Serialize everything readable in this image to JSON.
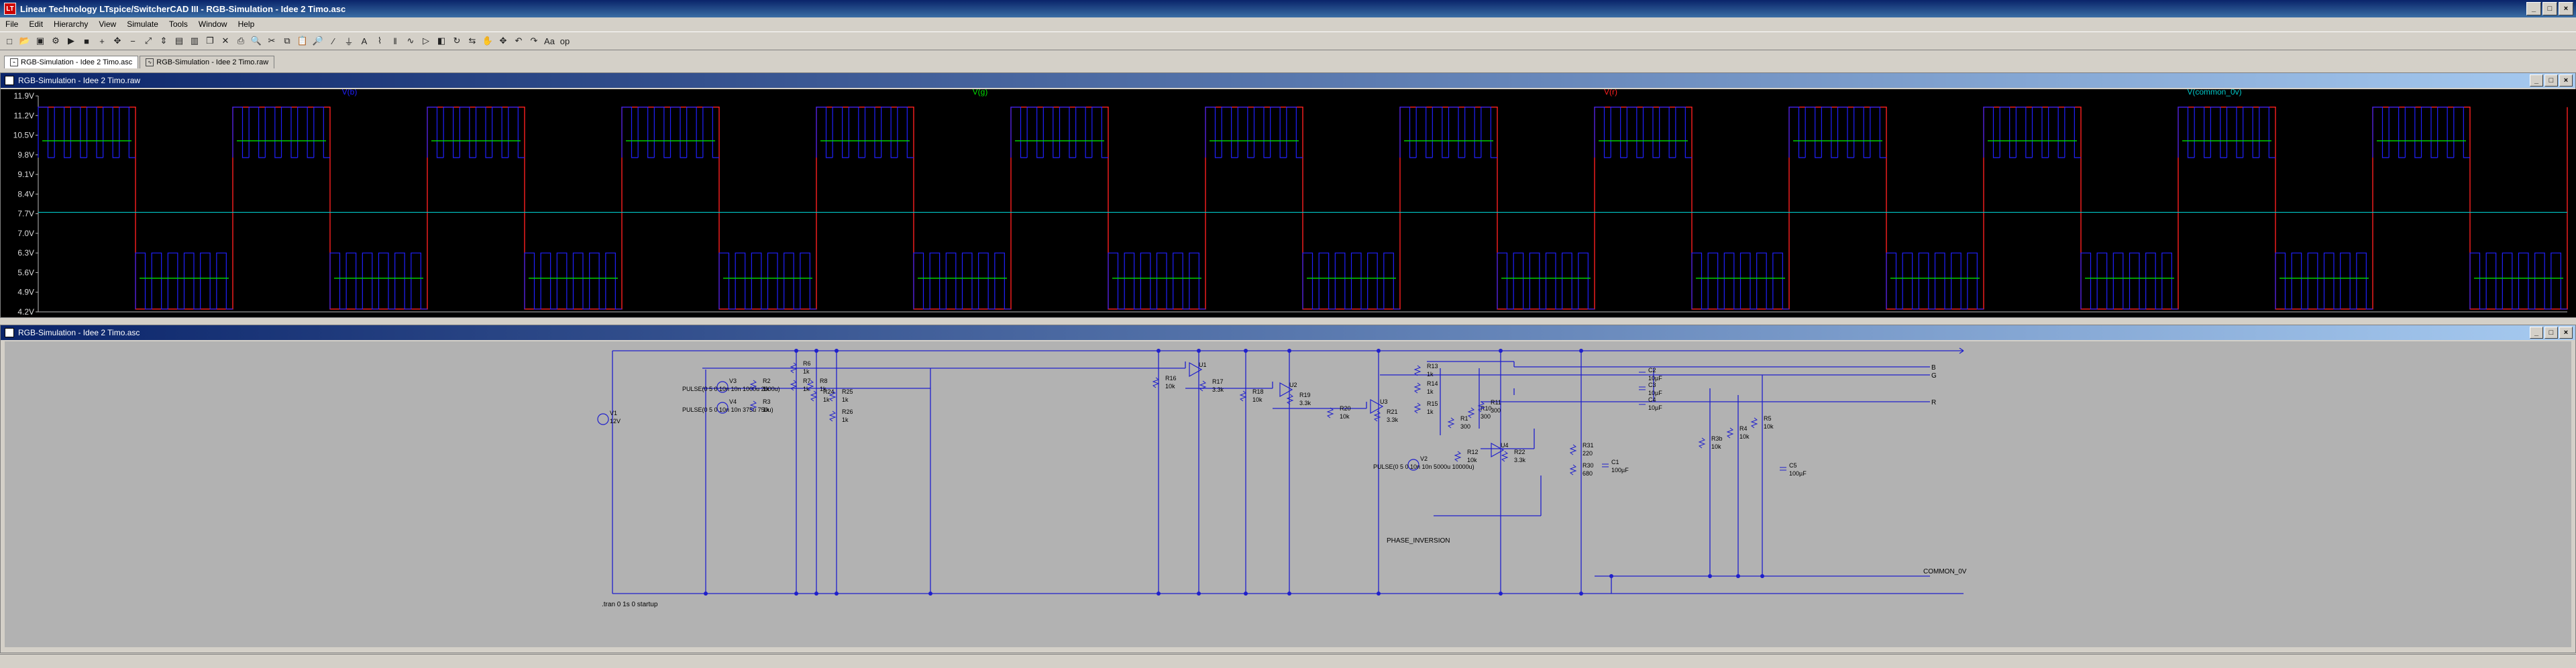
{
  "window": {
    "title": "Linear Technology LTspice/SwitcherCAD III - RGB-Simulation - Idee 2 Timo.asc",
    "app_icon": "LT"
  },
  "menu": [
    "File",
    "Edit",
    "Hierarchy",
    "View",
    "Simulate",
    "Tools",
    "Window",
    "Help"
  ],
  "toolbar_icons": [
    "new-icon",
    "open-icon",
    "save-icon",
    "control-panel-icon",
    "run-icon",
    "halt-icon",
    "zoom-in-icon",
    "pan-icon",
    "zoom-out-icon",
    "zoom-fit-icon",
    "autorange-icon",
    "tile-horizontal-icon",
    "tile-vertical-icon",
    "cascade-icon",
    "close-all-icon",
    "print-icon",
    "print-preview-icon",
    "cut-icon",
    "copy-icon",
    "paste-icon",
    "find-icon",
    "wire-icon",
    "ground-icon",
    "label-icon",
    "resistor-icon",
    "capacitor-icon",
    "inductor-icon",
    "diode-icon",
    "component-icon",
    "rotate-icon",
    "mirror-icon",
    "drag-icon",
    "move-icon",
    "undo-icon",
    "redo-icon",
    "text-icon",
    "spice-directive-icon"
  ],
  "tabs": [
    {
      "label": "RGB-Simulation - Idee 2 Timo.asc",
      "active": true
    },
    {
      "label": "RGB-Simulation - Idee 2 Timo.raw",
      "active": false
    }
  ],
  "wave_panel": {
    "title": "RGB-Simulation - Idee 2 Timo.raw"
  },
  "schematic_panel": {
    "title": "RGB-Simulation - Idee 2 Timo.asc"
  },
  "chart_data": {
    "type": "line",
    "yticks": [
      "11.9V",
      "11.2V",
      "10.5V",
      "9.8V",
      "9.1V",
      "8.4V",
      "7.7V",
      "7.0V",
      "6.3V",
      "5.6V",
      "4.9V",
      "4.2V"
    ],
    "ylim": [
      4.2,
      11.9
    ],
    "grid": false,
    "legend_placement": "top",
    "series": [
      {
        "name": "V(b)",
        "color": "#2020ff"
      },
      {
        "name": "V(g)",
        "color": "#00e000"
      },
      {
        "name": "V(r)",
        "color": "#ff2020"
      },
      {
        "name": "V(common_0v)",
        "color": "#00c8c8"
      }
    ],
    "periods": 13,
    "level_high": 11.5,
    "level_low": 4.3,
    "green_high": 10.3,
    "green_low": 5.4,
    "cyan_level": 7.75
  },
  "schematic": {
    "components": [
      {
        "ref": "R6",
        "val": "1k"
      },
      {
        "ref": "R7",
        "val": "1k"
      },
      {
        "ref": "R8",
        "val": "1k"
      },
      {
        "ref": "V3",
        "val": "PULSE(0 5 0 10n 10n 1000u 2000u)"
      },
      {
        "ref": "V4",
        "val": "PULSE(0 5 0 10n 10n 375u 750u)"
      },
      {
        "ref": "R2",
        "val": "1k"
      },
      {
        "ref": "R3",
        "val": "1k"
      },
      {
        "ref": "R24",
        "val": "1k"
      },
      {
        "ref": "R25",
        "val": "1k"
      },
      {
        "ref": "R26",
        "val": "1k"
      },
      {
        "ref": "V1",
        "val": "12V"
      },
      {
        "ref": "R16",
        "val": "10k"
      },
      {
        "ref": "R17",
        "val": "3.3k"
      },
      {
        "ref": "R18",
        "val": "10k"
      },
      {
        "ref": "R19",
        "val": "3.3k"
      },
      {
        "ref": "R20",
        "val": "10k"
      },
      {
        "ref": "R21",
        "val": "3.3k"
      },
      {
        "ref": "U1",
        "val": ""
      },
      {
        "ref": "U2",
        "val": ""
      },
      {
        "ref": "U3",
        "val": ""
      },
      {
        "ref": "U4",
        "val": ""
      },
      {
        "ref": "R13",
        "val": "1k"
      },
      {
        "ref": "R14",
        "val": "1k"
      },
      {
        "ref": "R15",
        "val": "1k"
      },
      {
        "ref": "R10",
        "val": "300"
      },
      {
        "ref": "R11",
        "val": "300"
      },
      {
        "ref": "R1",
        "val": "300"
      },
      {
        "ref": "R12",
        "val": "10k"
      },
      {
        "ref": "R22",
        "val": "3.3k"
      },
      {
        "ref": "V2",
        "val": "PULSE(0 5 0 10n 10n 5000u 10000u)"
      },
      {
        "ref": "R31",
        "val": "220"
      },
      {
        "ref": "R30",
        "val": "680"
      },
      {
        "ref": "C1",
        "val": "100µF"
      },
      {
        "ref": "C2",
        "val": "10µF"
      },
      {
        "ref": "C3",
        "val": "10µF"
      },
      {
        "ref": "C4",
        "val": "10µF"
      },
      {
        "ref": "C5",
        "val": "100µF"
      },
      {
        "ref": "R3b",
        "val": "10k"
      },
      {
        "ref": "R4",
        "val": "10k"
      },
      {
        "ref": "R5",
        "val": "10k"
      }
    ],
    "labels": {
      "phase_inversion": "PHASE_INVERSION",
      "common": "COMMON_0V",
      "directive": ".tran 0 1s 0 startup",
      "net_b": "B",
      "net_g": "G",
      "net_r": "R"
    }
  }
}
